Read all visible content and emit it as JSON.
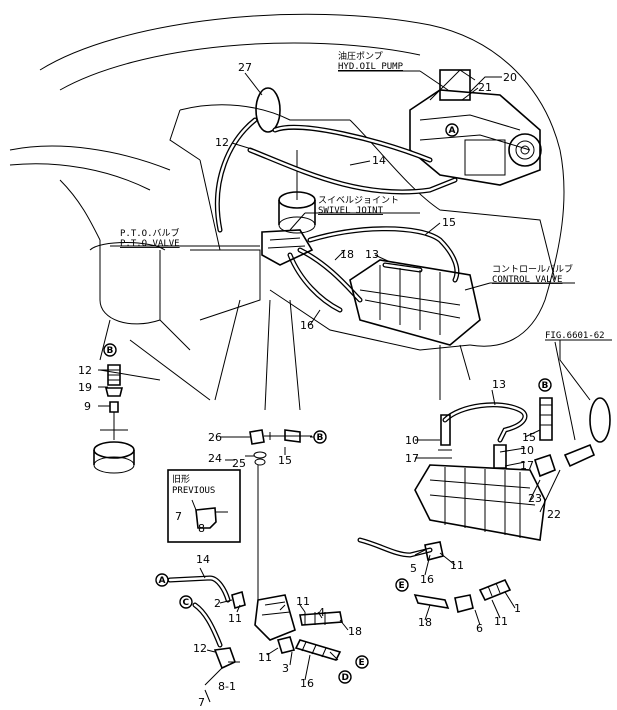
{
  "labels": {
    "hyd_pump_jp": "油圧ポンプ",
    "hyd_pump_en": "HYD.OIL PUMP",
    "swivel_jp": "スイベルジョイント",
    "swivel_en": "SWIVEL JOINT",
    "pto_jp": "P.T.O.バルブ",
    "pto_en": "P.T.O VALVE",
    "control_jp": "コントロールバルブ",
    "control_en": "CONTROL VALVE",
    "fig_ref": "FIG.6601-62",
    "previous_jp": "旧形",
    "previous_en": "PREVIOUS"
  },
  "part_numbers": {
    "p20": "20",
    "p21": "21",
    "p27": "27",
    "p12_top": "12",
    "p14_top": "14",
    "p15_top": "15",
    "p18_top": "18",
    "p13_top": "13",
    "p16_top": "16",
    "p12_left": "12",
    "p19": "19",
    "p9": "9",
    "p26": "26",
    "p24": "24",
    "p25": "25",
    "p15_mid": "15",
    "p7_prev": "7",
    "p8_prev": "8",
    "p14_bot": "14",
    "p2": "2",
    "p11_a": "11",
    "p12_bot": "12",
    "p8_1": "8-1",
    "p7_bot": "7",
    "p11_b": "11",
    "p4": "4",
    "p18_bot": "18",
    "p11_c": "11",
    "p3": "3",
    "p16_bot": "16",
    "p13_right": "13",
    "p10_a": "10",
    "p17_a": "17",
    "p15_right": "15",
    "p10_b": "10",
    "p17_b": "17",
    "p23": "23",
    "p22": "22",
    "p11_d": "11",
    "p5": "5",
    "p16_right": "16",
    "p18_right": "18",
    "p6": "6",
    "p11_e": "11",
    "p1": "1"
  },
  "refs": {
    "A": "A",
    "B": "B",
    "C": "C",
    "D": "D",
    "E": "E"
  }
}
